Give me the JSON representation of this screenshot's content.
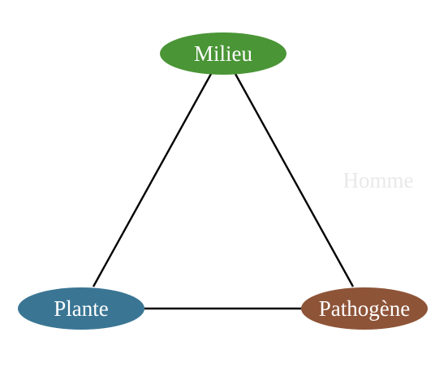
{
  "nodes": {
    "milieu": {
      "label": "Milieu",
      "color": "#4a9536"
    },
    "plante": {
      "label": "Plante",
      "color": "#3a7694"
    },
    "pathogene": {
      "label": "Pathogène",
      "color": "#8e5438"
    },
    "homme": {
      "label": "Homme",
      "color": "#e9e9e9"
    }
  },
  "edges": [
    {
      "from": "milieu",
      "to": "plante"
    },
    {
      "from": "milieu",
      "to": "pathogene"
    },
    {
      "from": "plante",
      "to": "pathogene"
    }
  ]
}
